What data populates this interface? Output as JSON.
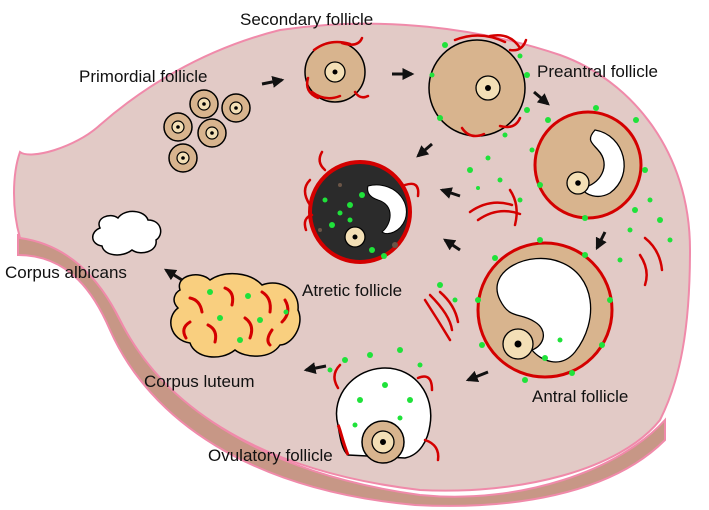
{
  "labels": {
    "primordial": "Primordial follicle",
    "secondary": "Secondary follicle",
    "preantral": "Preantral follicle",
    "atretic": "Atretic follicle",
    "antral": "Antral follicle",
    "ovulatory": "Ovulatory follicle",
    "luteum": "Corpus luteum",
    "albicans": "Corpus albicans"
  },
  "colors": {
    "ovary_fill": "#e2cac6",
    "ovary_stroke": "#f08aaa",
    "ovary_side": "#c79786",
    "follicle_fill": "#d8b48e",
    "oocyte_fill": "#f3dfb6",
    "antrum_fill": "#ffffff",
    "atretic_fill": "#2b2b2b",
    "luteum_fill": "#f9cf7f",
    "vessel": "#d40000",
    "dot": "#1fe23a",
    "arrow": "#111111"
  }
}
